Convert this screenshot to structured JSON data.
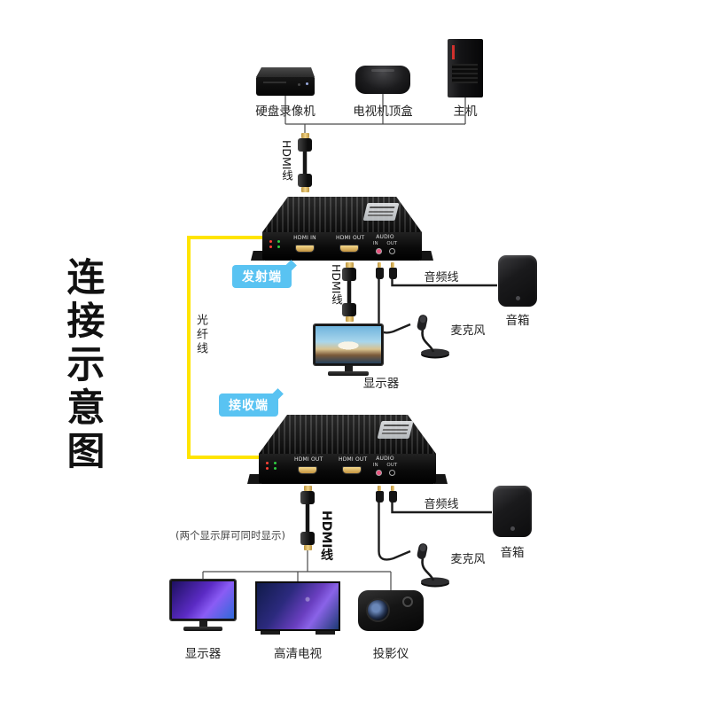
{
  "title": "连接示意图",
  "sources": {
    "hdd": "硬盘录像机",
    "stb": "电视机顶盒",
    "host": "主机"
  },
  "badges": {
    "transmitter": "发射端",
    "receiver": "接收端"
  },
  "cables": {
    "hdmi_top": "HDMI线",
    "hdmi_mid": "HDMI线",
    "hdmi_bottom": "HDMI线",
    "fiber": "光纤线",
    "audio_top": "音频线",
    "audio_bottom": "音频线"
  },
  "tx_ports": {
    "hdmi1": "HDMI IN",
    "hdmi2": "HDMI OUT",
    "audio": "AUDIO",
    "inout": "IN OUT"
  },
  "rx_ports": {
    "hdmi1": "HDMI OUT",
    "hdmi2": "HDMI OUT",
    "audio": "AUDIO",
    "inout": "IN OUT"
  },
  "tx_peripherals": {
    "monitor": "显示器",
    "speaker": "音箱",
    "mic": "麦克风"
  },
  "rx_peripherals": {
    "monitor": "显示器",
    "tv": "高清电视",
    "projector": "投影仪",
    "speaker": "音箱",
    "mic": "麦克风"
  },
  "note": "(两个显示屏可同时显示)",
  "colors": {
    "fiber": "#ffe400",
    "badge": "#59c3f2",
    "line": "#4a4a4a",
    "gold": "#d7a94a"
  }
}
